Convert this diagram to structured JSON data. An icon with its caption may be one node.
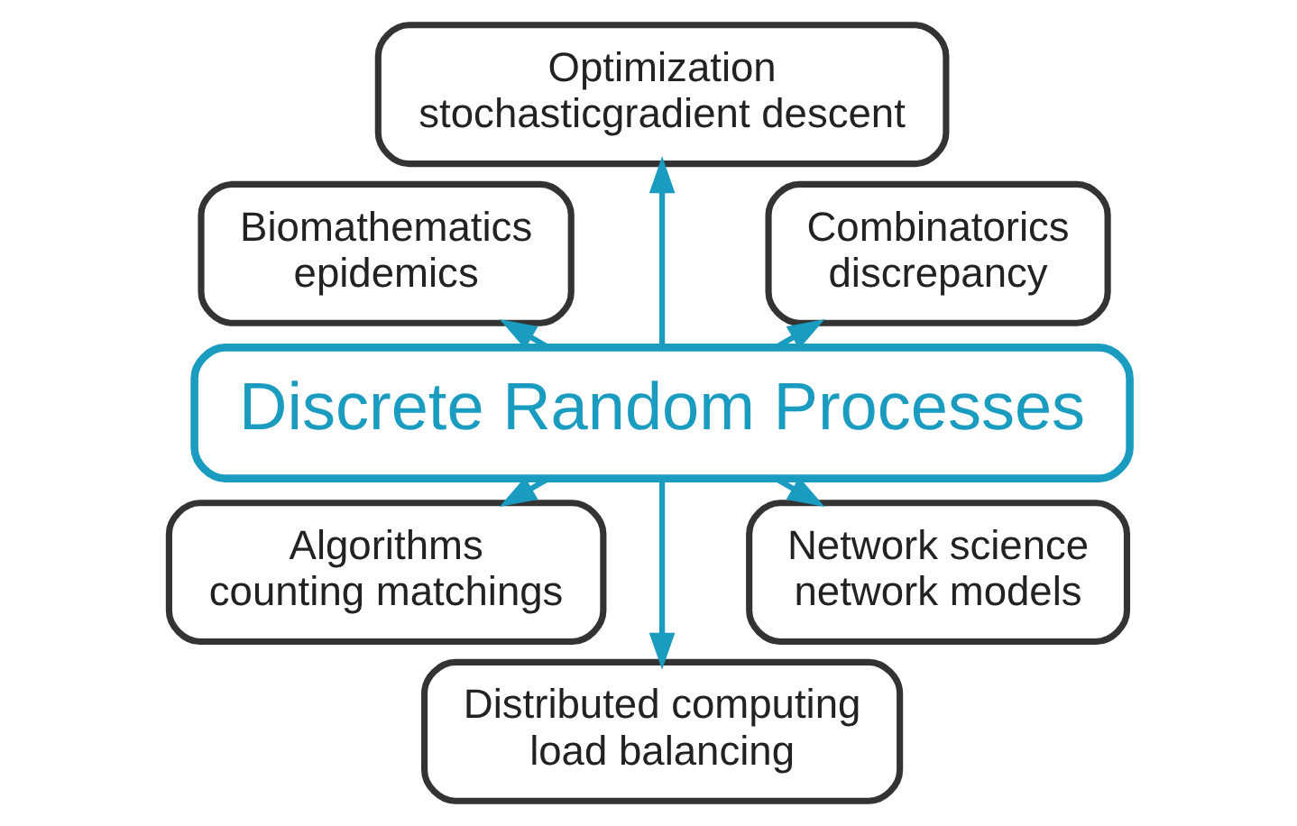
{
  "diagram": {
    "nodes": [
      {
        "text": [
          "Discrete Random Processes"
        ]
      },
      {
        "text": [
          "Combinatorics",
          "discrepancy"
        ]
      },
      {
        "text": [
          "Optimization",
          "stochasticgradient descent"
        ]
      },
      {
        "text": [
          "Biomathematics",
          "epidemics"
        ]
      },
      {
        "text": [
          "Algorithms",
          "counting matchings"
        ]
      },
      {
        "text": [
          "Distributed computing",
          "load balancing"
        ]
      },
      {
        "text": [
          "Network science",
          "network models"
        ]
      }
    ],
    "edges": [
      {
        "from": 0,
        "to": 1,
        "arrow": "to"
      },
      {
        "from": 0,
        "to": 2,
        "arrow": "to"
      },
      {
        "from": 0,
        "to": 3,
        "arrow": "to"
      },
      {
        "from": 0,
        "to": 4,
        "arrow": "to"
      },
      {
        "from": 0,
        "to": 5,
        "arrow": "to"
      },
      {
        "from": 0,
        "to": 6,
        "arrow": "to"
      }
    ]
  }
}
